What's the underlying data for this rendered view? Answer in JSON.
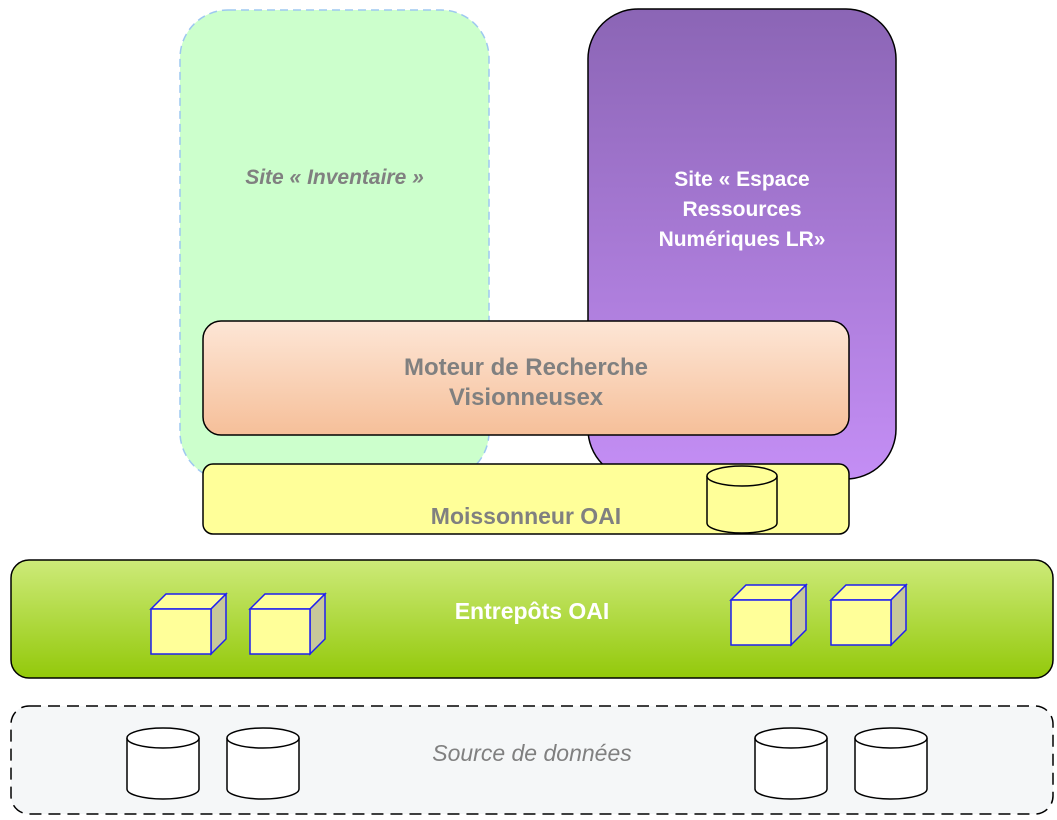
{
  "sites": {
    "inventaire": {
      "label": "Site « Inventaire »"
    },
    "espace": {
      "label_lines": [
        "Site « Espace",
        "Ressources",
        "Numériques LR»"
      ]
    }
  },
  "moteur": {
    "label_lines": [
      "Moteur de Recherche",
      "Visionneusex"
    ]
  },
  "moissonneur": {
    "label": "Moissonneur OAI"
  },
  "entrepots": {
    "label": "Entrepôts OAI"
  },
  "source": {
    "label": "Source de données"
  },
  "colors": {
    "inventaire_fill": "#ccffcc",
    "inventaire_border": "#9ec8f0",
    "espace_fill_top": "#8b65b5",
    "espace_fill_bottom": "#c48ef5",
    "moteur_fill_top": "#fde6d6",
    "moteur_fill_bottom": "#f6bf99",
    "moissonneur_fill": "#ffff99",
    "entrepots_fill_top": "#cdea79",
    "entrepots_fill_bottom": "#93c90a",
    "source_fill": "#f5f7f8",
    "cube_front": "#ffff99",
    "cube_side": "#c8c89a",
    "cube_stroke": "#1f1ff0",
    "text_gray": "#808080"
  }
}
